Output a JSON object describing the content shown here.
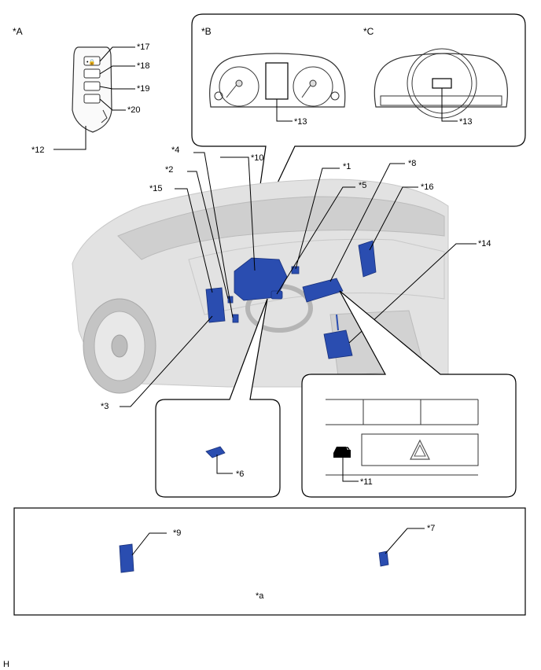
{
  "figure_id": "H",
  "views": {
    "a": "*A",
    "b": "*B",
    "c": "*C",
    "bottom": "*a"
  },
  "callouts": {
    "c1": "*1",
    "c2": "*2",
    "c3": "*3",
    "c4": "*4",
    "c5": "*5",
    "c6": "*6",
    "c7": "*7",
    "c8": "*8",
    "c9": "*9",
    "c10": "*10",
    "c11": "*11",
    "c12": "*12",
    "c13b": "*13",
    "c13c": "*13",
    "c14": "*14",
    "c15": "*15",
    "c16": "*16",
    "c17": "*17",
    "c18": "*18",
    "c19": "*19",
    "c20": "*20"
  },
  "colors": {
    "part": "#2a4db0",
    "car_body": "#e2e2e2",
    "line": "#000000"
  }
}
